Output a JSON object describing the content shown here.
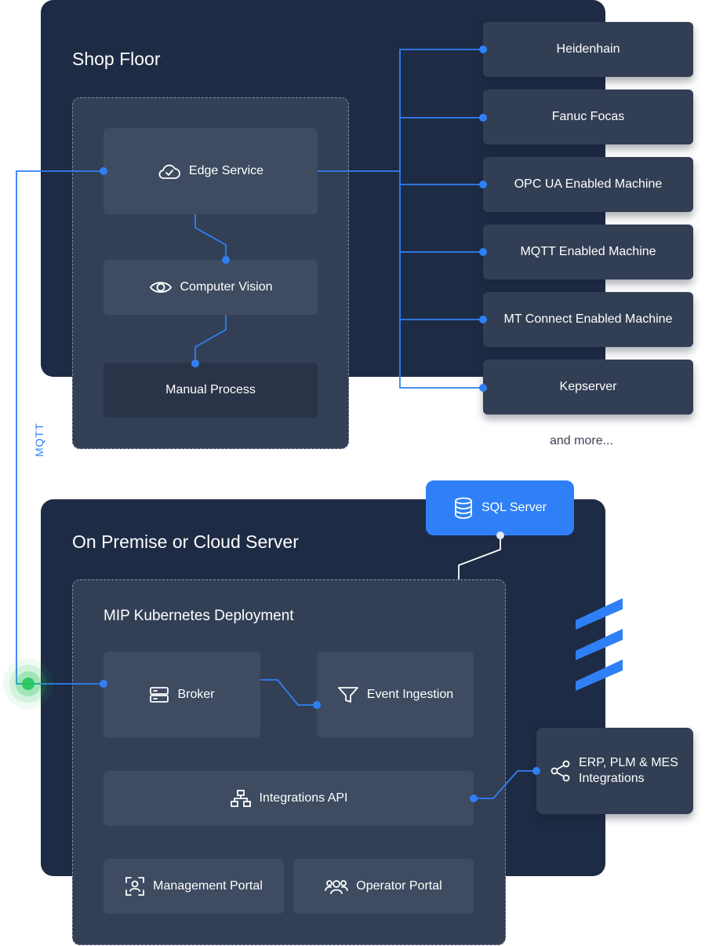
{
  "shop_floor": {
    "title": "Shop Floor",
    "nodes": {
      "edge_service": "Edge Service",
      "computer_vision": "Computer Vision",
      "manual_process": "Manual Process"
    },
    "machines": [
      "Heidenhain",
      "Fanuc Focas",
      "OPC UA Enabled Machine",
      "MQTT Enabled Machine",
      "MT Connect Enabled Machine",
      "Kepserver"
    ],
    "more_label": "and more..."
  },
  "link_label": "MQTT",
  "server": {
    "title": "On Premise or Cloud Server",
    "sql_label": "SQL Server",
    "deployment": {
      "title": "MIP Kubernetes Deployment",
      "broker": "Broker",
      "event_ingestion": "Event Ingestion",
      "integrations_api": "Integrations API",
      "management_portal": "Management Portal",
      "operator_portal": "Operator Portal"
    },
    "erp": {
      "line1": "ERP, PLM & MES",
      "line2": "Integrations"
    }
  },
  "colors": {
    "panel": "#1e2b44",
    "group": "#323f55",
    "node": "#3e4b61",
    "accent": "#2f80f6",
    "status_glow": "#22c55e"
  },
  "icons": {
    "edge_service": "cloud-check-icon",
    "computer_vision": "eye-icon",
    "sql_server": "database-icon",
    "broker": "server-icon",
    "event_ingestion": "filter-icon",
    "integrations_api": "network-icon",
    "management_portal": "user-focus-icon",
    "operator_portal": "users-icon",
    "erp": "share-icon"
  }
}
